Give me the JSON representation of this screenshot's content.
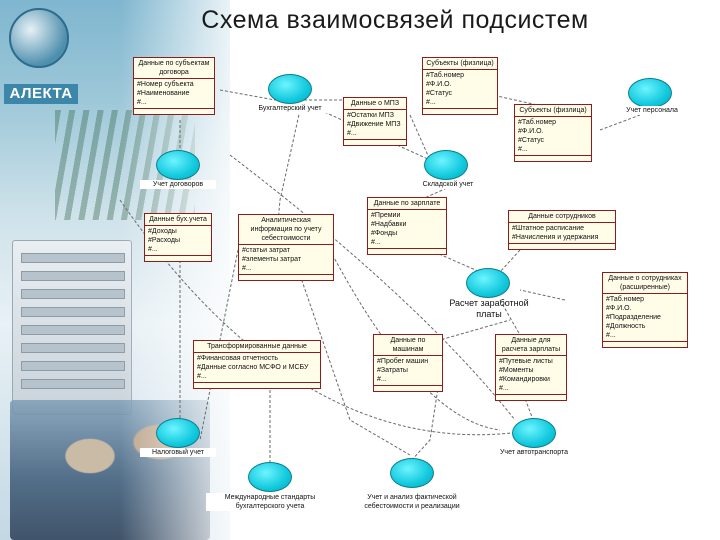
{
  "slide": {
    "title": "Схема взаимосвязей подсистем",
    "logo_text": "АЛЕКТА"
  },
  "use_cases": {
    "uchet_pers": "Учет персонала",
    "sklad": "Складской учет",
    "uchet_dog": "Учет договоров",
    "zarplata": "Расчет заработной платы",
    "naloga": "Налоговый учет",
    "tr": "Учет автотранспорта",
    "msfo": "Международные стандарты бухгалтерского учета",
    "analiz": "Учет и анализ фактической себестоимости и реализации",
    "buh": "Бухгалтерский учет"
  },
  "classes": {
    "subj": {
      "title": "Данные по субъектам договора",
      "items": [
        "Номер субъекта",
        "Наименование",
        "..."
      ]
    },
    "fiz": {
      "title": "Субъекты (физлица)",
      "items": [
        "Таб.номер",
        "Ф.И.О.",
        "Статус",
        "..."
      ]
    },
    "mpz": {
      "title": "Данные о МПЗ",
      "items": [
        "Остатки МПЗ",
        "Движение МПЗ",
        "..."
      ]
    },
    "subfiz": {
      "title": "Субъекты (физлица)",
      "items": [
        "Таб.номер",
        "Ф.И.О.",
        "Статус",
        "..."
      ]
    },
    "buhdata": {
      "title": "Данные бух.учета",
      "items": [
        "Доходы",
        "Расходы",
        "..."
      ]
    },
    "anal": {
      "title": "Аналитическая информация по учету себестоимости",
      "items": [
        "статьи затрат",
        "элементы затрат",
        "..."
      ]
    },
    "zp": {
      "title": "Данные по зарплате",
      "items": [
        "Премии",
        "Надбавки",
        "Фонды",
        "..."
      ]
    },
    "sotr": {
      "title": "Данные сотрудников",
      "items": [
        "Штатное расписание",
        "Начисления и удержания"
      ]
    },
    "rab": {
      "title": "Данные о сотрудниках (расширенные)",
      "items": [
        "Таб.номер",
        "Ф.И.О.",
        "Подразделение",
        "Должность",
        "..."
      ]
    },
    "trans": {
      "title": "Трансформированные данные",
      "items": [
        "Финансовая отчетность",
        "Данные согласно МСФО и МСБУ",
        "..."
      ]
    },
    "mash": {
      "title": "Данные по машинам",
      "items": [
        "Пробег машин",
        "Затраты",
        "..."
      ]
    },
    "rasch": {
      "title": "Данные для расчета зарплаты",
      "items": [
        "Путевые листы",
        "Моменты",
        "Командировки",
        "..."
      ]
    }
  }
}
